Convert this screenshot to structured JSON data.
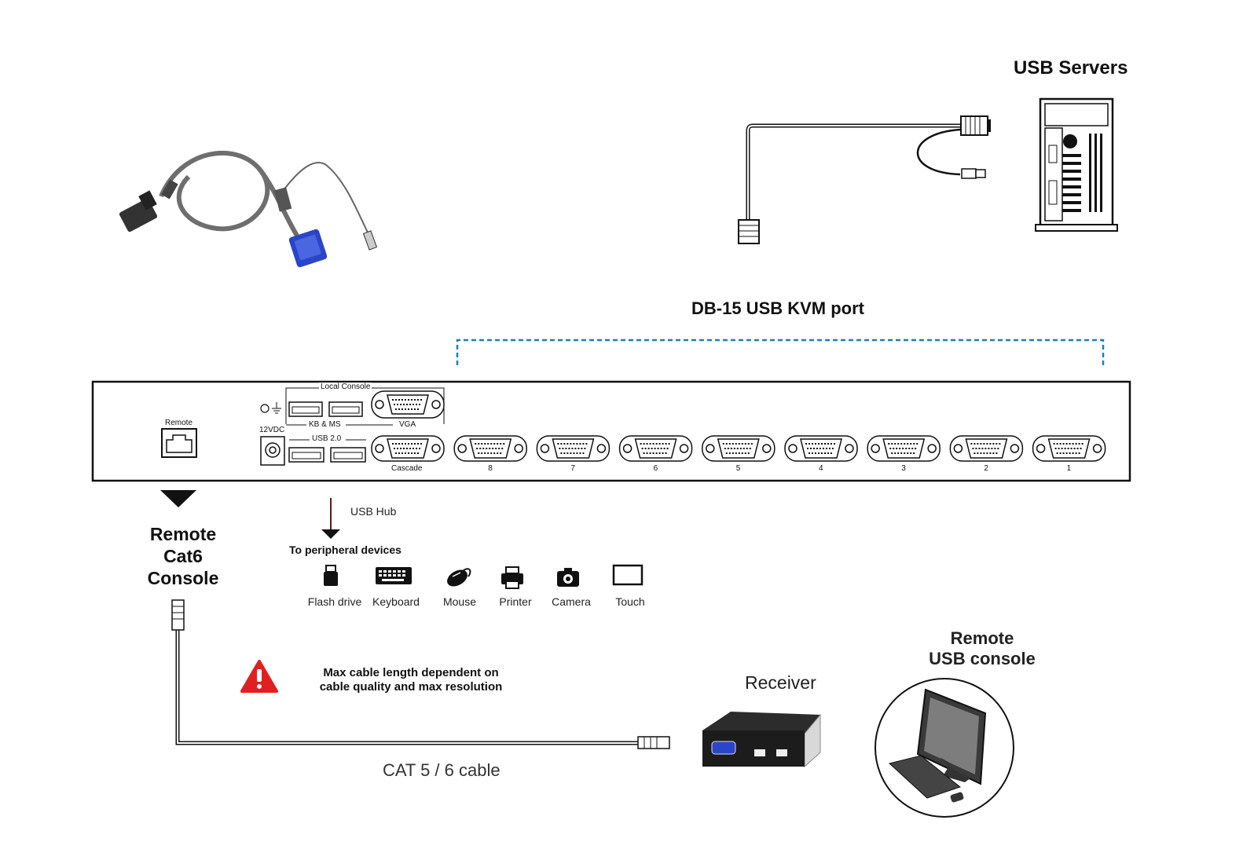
{
  "titles": {
    "usb_servers": "USB Servers",
    "kvm_port": "DB-15 USB KVM port",
    "remote_console": [
      "Remote",
      "Cat6",
      "Console"
    ],
    "usb_hub": "USB Hub",
    "peripheral": "To peripheral devices",
    "warning": [
      "Max cable length dependent on",
      "cable quality and max resolution"
    ],
    "cable": "CAT 5 / 6 cable",
    "receiver": "Receiver",
    "remote_usb_console": [
      "Remote",
      "USB console"
    ]
  },
  "panel": {
    "remote": "Remote",
    "local_console": "Local Console",
    "kb_ms": "KB & MS",
    "vga": "VGA",
    "usb20": "USB 2.0",
    "dc": "12VDC",
    "cascade": "Cascade",
    "ports": [
      "8",
      "7",
      "6",
      "5",
      "4",
      "3",
      "2",
      "1"
    ]
  },
  "devices": [
    {
      "label": "Flash drive",
      "icon": "flash-drive-icon"
    },
    {
      "label": "Keyboard",
      "icon": "keyboard-icon"
    },
    {
      "label": "Mouse",
      "icon": "mouse-icon"
    },
    {
      "label": "Printer",
      "icon": "printer-icon"
    },
    {
      "label": "Camera",
      "icon": "camera-icon"
    },
    {
      "label": "Touch",
      "icon": "touch-icon"
    }
  ],
  "colors": {
    "dashed_bracket": "#1f7fb8",
    "warning": "#e02020",
    "vga_blue": "#2a45c8"
  }
}
